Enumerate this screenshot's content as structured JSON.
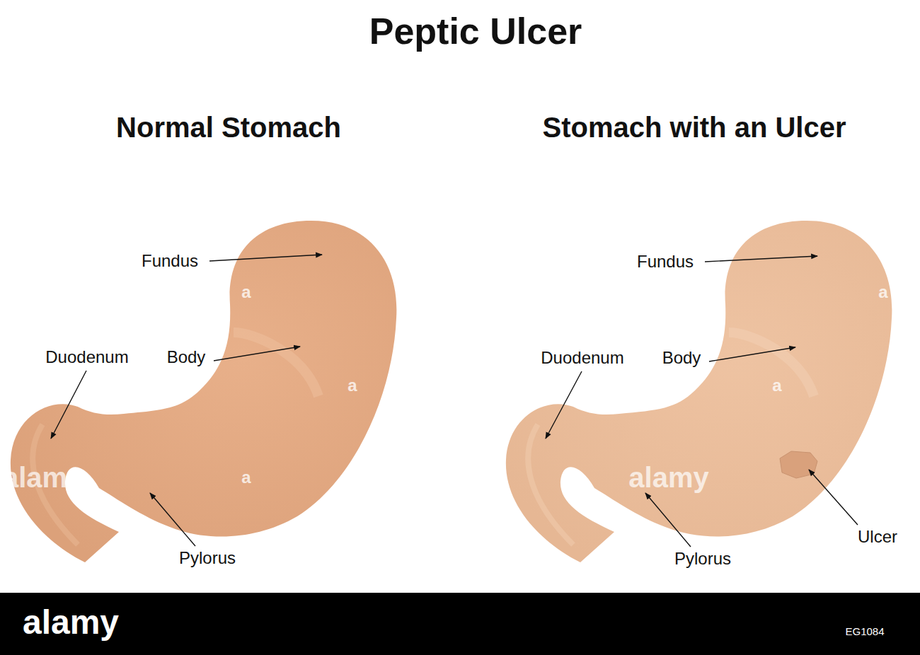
{
  "diagram": {
    "title": "Peptic Ulcer",
    "labels": [
      "Normal Stomach",
      "Stomach with an Ulcer",
      "Fundus",
      "Body",
      "Duodenum",
      "Pylorus",
      "Fundus",
      "Body",
      "Duodenum",
      "Pylorus",
      "Ulcer",
      "a",
      "a",
      "a",
      "alamy",
      "a",
      "a",
      "alamy",
      "alamy",
      "EG1084"
    ]
  }
}
